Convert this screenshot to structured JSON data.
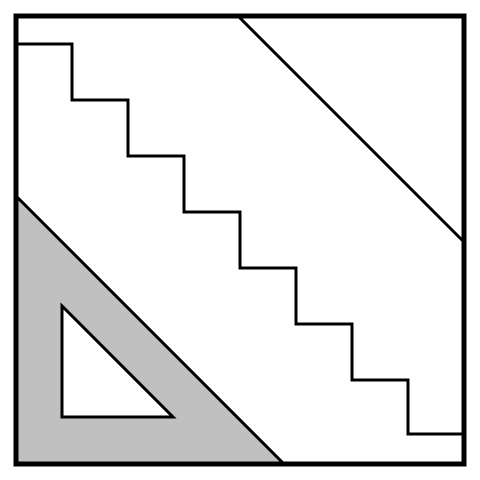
{
  "diagram": {
    "colors": {
      "background": "#ffffff",
      "stroke": "#000000",
      "triangle_fill": "#c0c0c0",
      "cutout_fill": "#ffffff"
    },
    "shapes": {
      "frame": "square-outline",
      "staircase": "stepped-line",
      "diagonal": "straight-line",
      "set_square": "right-triangle-with-cutout"
    }
  }
}
